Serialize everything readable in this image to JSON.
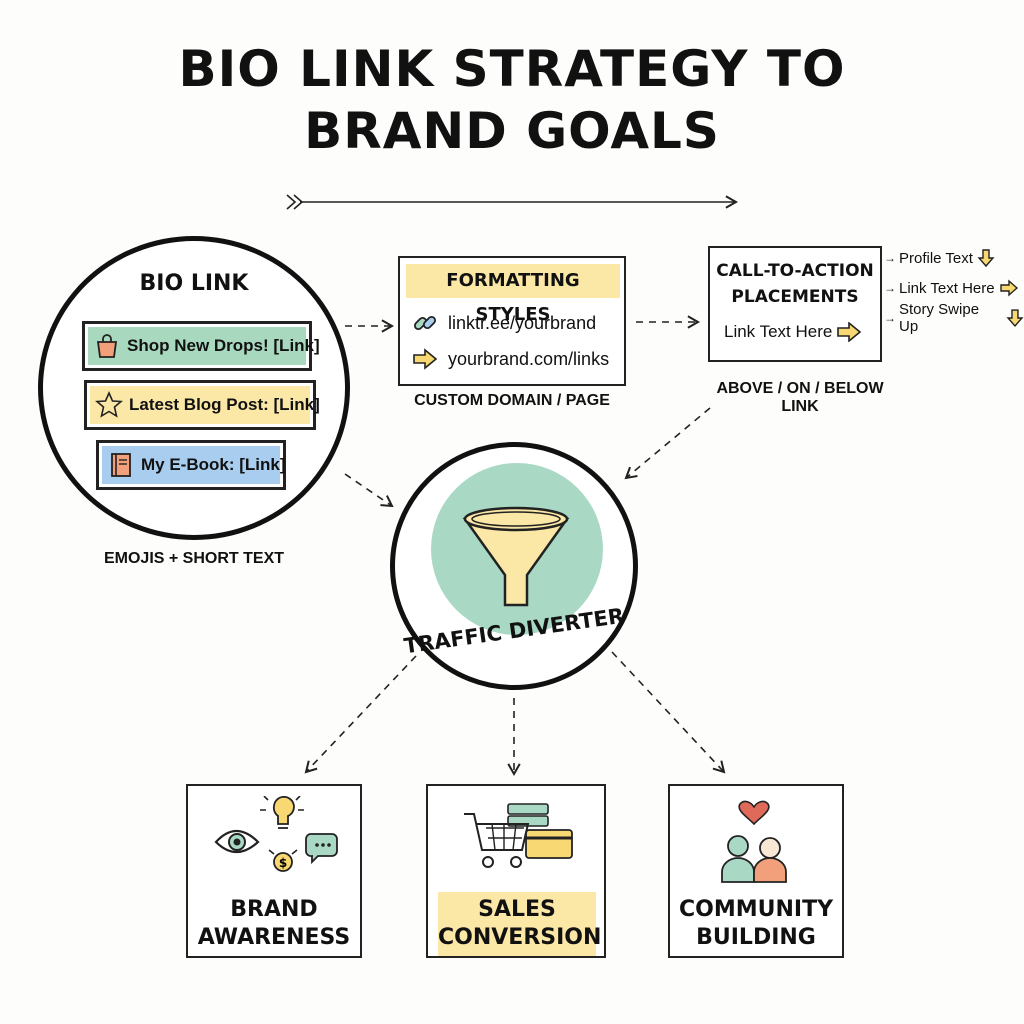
{
  "title": {
    "line1": "BIO LINK STRATEGY TO",
    "line2": "BRAND GOALS"
  },
  "bio_link": {
    "heading": "BIO LINK",
    "items": [
      {
        "label": "Shop New Drops! [Link]",
        "icon": "shopping-bag-icon",
        "color": "#a8d8be"
      },
      {
        "label": "Latest Blog Post: [Link]",
        "icon": "star-icon",
        "color": "#fbe7a6"
      },
      {
        "label": "My E-Book: [Link]",
        "icon": "book-icon",
        "color": "#a9cdef"
      }
    ],
    "caption": "EMOJIS + SHORT TEXT"
  },
  "formatting": {
    "heading": "FORMATTING STYLES",
    "items": [
      {
        "text": "linktr.ee/yourbrand",
        "icon": "chain-link-icon"
      },
      {
        "text": "yourbrand.com/links",
        "icon": "arrow-right-icon"
      }
    ],
    "caption": "CUSTOM DOMAIN / PAGE"
  },
  "cta": {
    "heading_line1": "CALL-TO-ACTION",
    "heading_line2": "PLACEMENTS",
    "inner": "Link Text Here",
    "side": [
      {
        "text": "Profile Text",
        "icon": "arrow-down-icon"
      },
      {
        "text": "Link Text Here",
        "icon": "arrow-right-icon"
      },
      {
        "text": "Story Swipe Up",
        "icon": "arrow-down-icon"
      }
    ],
    "caption": "ABOVE / ON / BELOW LINK"
  },
  "diverter": {
    "label": "TRAFFIC DIVERTER",
    "icon": "funnel-icon"
  },
  "goals": [
    {
      "line1": "BRAND",
      "line2": "AWARENESS",
      "icon": "eye-lightbulb-icon"
    },
    {
      "line1": "SALES",
      "line2": "CONVERSION",
      "icon": "shopping-cart-card-icon"
    },
    {
      "line1": "COMMUNITY",
      "line2": "BUILDING",
      "icon": "people-heart-icon"
    }
  ],
  "colors": {
    "yellow": "#fbe7a6",
    "green": "#a8d8be",
    "blue": "#a9cdef",
    "teal": "#a9d9c4",
    "arrow_yellow": "#f7d873",
    "heart": "#e06a5a",
    "orange": "#f2a07b"
  }
}
